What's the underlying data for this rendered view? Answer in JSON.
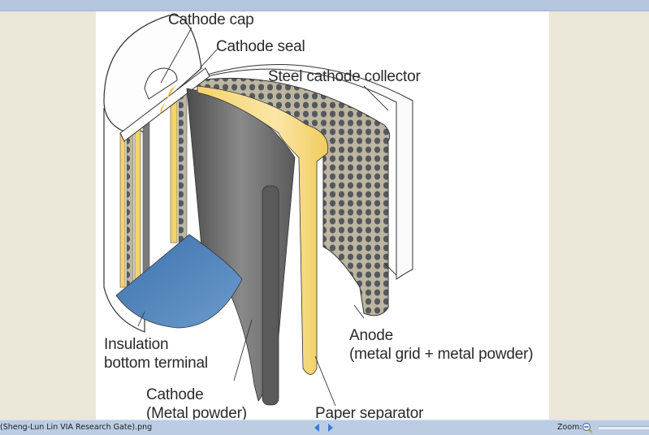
{
  "image": {
    "labels": {
      "cathode_cap": "Cathode cap",
      "cathode_seal": "Cathode seal",
      "steel_collector": "Steel cathode collector",
      "insulation_line1": "Insulation",
      "insulation_line2": "bottom terminal",
      "cathode_line1": "Cathode",
      "cathode_line2": "(Metal powder)",
      "anode_line1": "Anode",
      "anode_line2": "(metal grid + metal powder)",
      "paper_separator": "Paper separator"
    }
  },
  "statusbar": {
    "filename": "(Sheng-Lun Lin VIA Research Gate).png",
    "zoom_label": "Zoom:",
    "prev_icon": "triangle-left",
    "next_icon": "triangle-right",
    "zoom_out_icon": "magnifier-minus"
  },
  "colors": {
    "frame_bar": "#b4c6dd",
    "background": "#ebe7d9",
    "separator_yellow": "#f6d77a",
    "insulation_blue": "#4a80b8",
    "cathode_gray": "#6f6f6f"
  }
}
